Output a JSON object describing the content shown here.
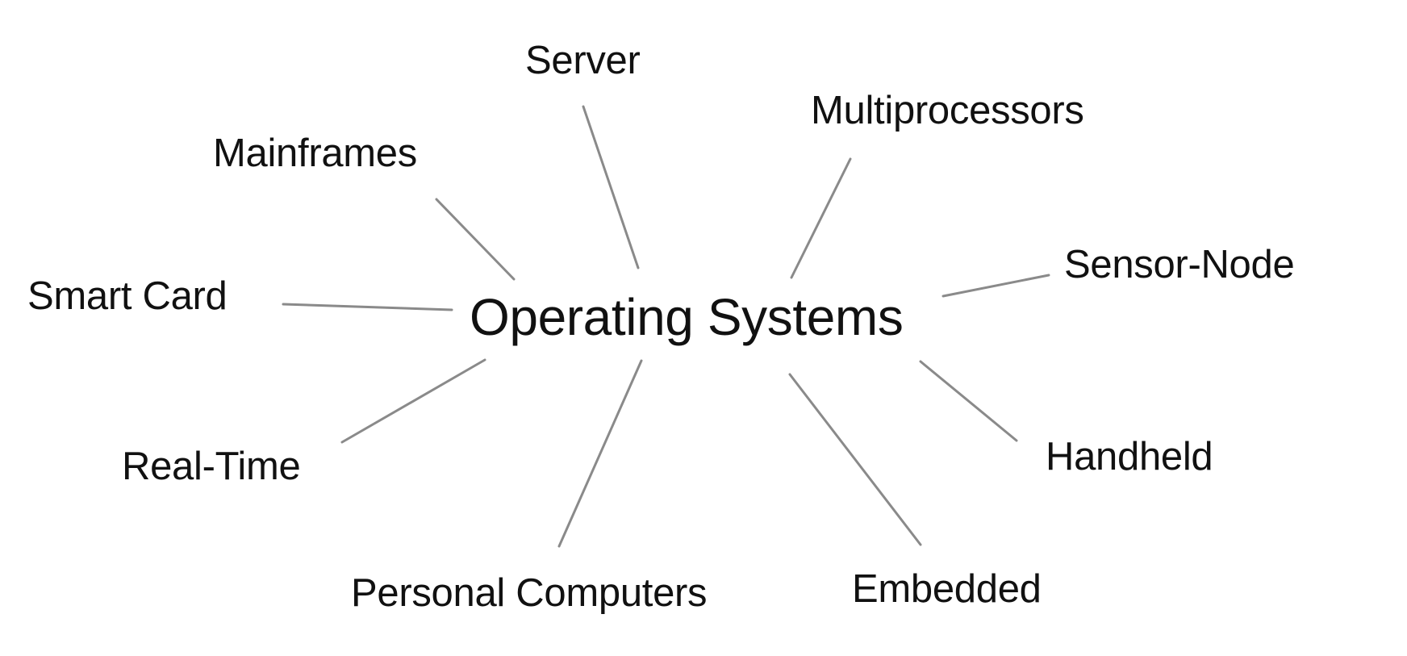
{
  "center": {
    "label": "Operating Systems"
  },
  "nodes": [
    {
      "id": "server",
      "label": "Server"
    },
    {
      "id": "multiprocessors",
      "label": "Multiprocessors"
    },
    {
      "id": "mainframes",
      "label": "Mainframes"
    },
    {
      "id": "sensor-node",
      "label": "Sensor-Node"
    },
    {
      "id": "smart-card",
      "label": "Smart Card"
    },
    {
      "id": "real-time",
      "label": "Real-Time"
    },
    {
      "id": "handheld",
      "label": "Handheld"
    },
    {
      "id": "personal-computers",
      "label": "Personal Computers"
    },
    {
      "id": "embedded",
      "label": "Embedded"
    }
  ],
  "colors": {
    "text": "#111111",
    "connector": "#8a8a8a",
    "background": "#ffffff"
  }
}
